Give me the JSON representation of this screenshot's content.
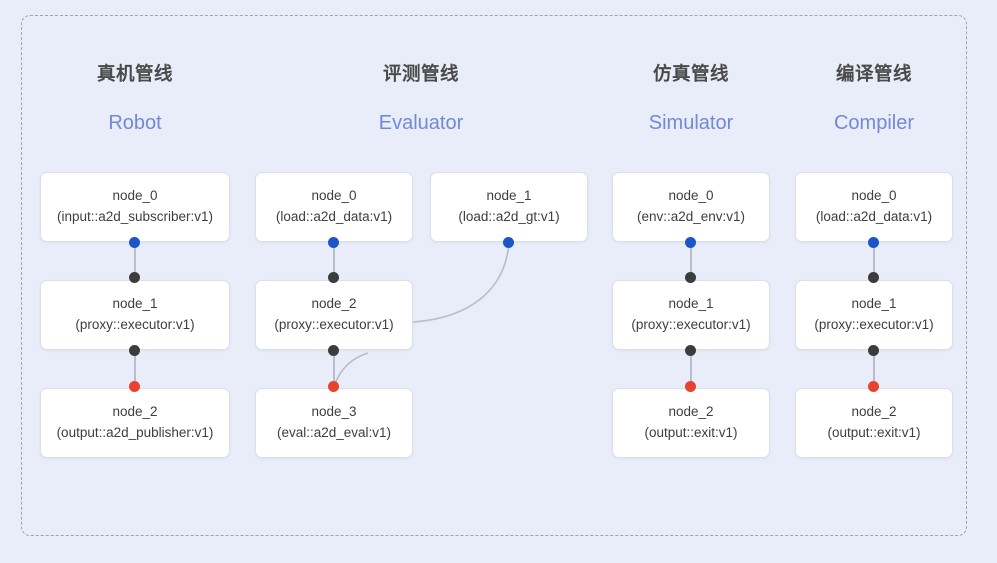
{
  "diagram": {
    "frame": {
      "style": "dashed-rounded-rectangle"
    },
    "background_color": "#e9edf9",
    "accent_colors": {
      "subtitle": "#7189d6",
      "port_input": "#1a56c8",
      "port_passthrough": "#3c3c3c",
      "port_output": "#e8422e",
      "edge": "#b9bdc9"
    },
    "columns": [
      {
        "id": "robot",
        "title_cn": "真机管线",
        "title_en": "Robot",
        "nodes": [
          {
            "name": "node_0",
            "type": "(input::a2d_subscriber:v1)"
          },
          {
            "name": "node_1",
            "type": "(proxy::executor:v1)"
          },
          {
            "name": "node_2",
            "type": "(output::a2d_publisher:v1)"
          }
        ]
      },
      {
        "id": "evaluator",
        "title_cn": "评测管线",
        "title_en": "Evaluator",
        "nodes": [
          {
            "name": "node_0",
            "type": "(load::a2d_data:v1)"
          },
          {
            "name": "node_1",
            "type": "(load::a2d_gt:v1)"
          },
          {
            "name": "node_2",
            "type": "(proxy::executor:v1)"
          },
          {
            "name": "node_3",
            "type": "(eval::a2d_eval:v1)"
          }
        ]
      },
      {
        "id": "simulator",
        "title_cn": "仿真管线",
        "title_en": "Simulator",
        "nodes": [
          {
            "name": "node_0",
            "type": "(env::a2d_env:v1)"
          },
          {
            "name": "node_1",
            "type": "(proxy::executor:v1)"
          },
          {
            "name": "node_2",
            "type": "(output::exit:v1)"
          }
        ]
      },
      {
        "id": "compiler",
        "title_cn": "编译管线",
        "title_en": "Compiler",
        "nodes": [
          {
            "name": "node_0",
            "type": "(load::a2d_data:v1)"
          },
          {
            "name": "node_1",
            "type": "(proxy::executor:v1)"
          },
          {
            "name": "node_2",
            "type": "(output::exit:v1)"
          }
        ]
      }
    ]
  }
}
